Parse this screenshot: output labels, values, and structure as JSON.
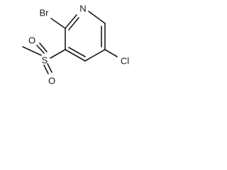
{
  "molecule": {
    "atoms": {
      "n": "N",
      "br": "Br",
      "s": "S",
      "o_top": "O",
      "o_bottom": "O",
      "cl": "Cl"
    },
    "bond_color": "#1a1a1a",
    "background": "#ffffff"
  }
}
